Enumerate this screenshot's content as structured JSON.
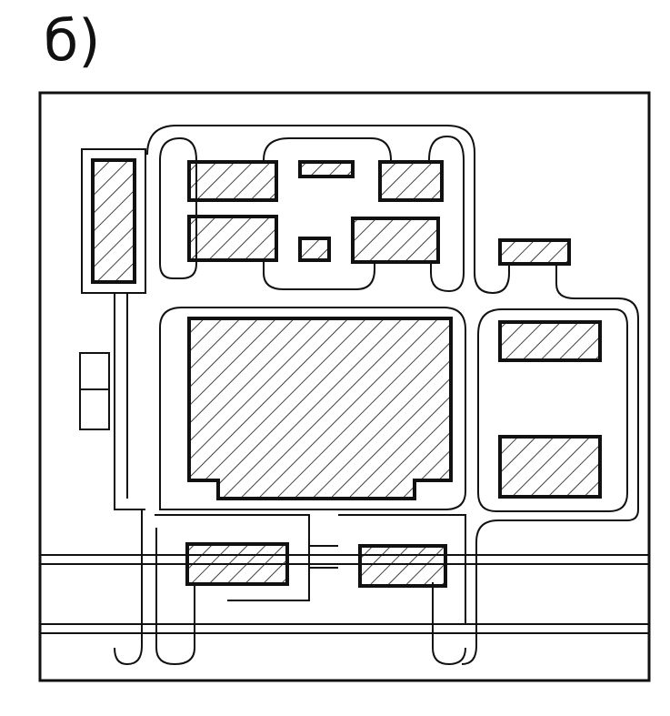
{
  "figure_label": "б)",
  "colors": {
    "ink": "#111111",
    "paper": "#ffffff",
    "hatch": "#111111"
  },
  "elements": {
    "buildings": [
      {
        "id": "b-west",
        "hatched": true
      },
      {
        "id": "b-nw-1",
        "hatched": true
      },
      {
        "id": "b-n-small",
        "hatched": true
      },
      {
        "id": "b-ne-1",
        "hatched": true
      },
      {
        "id": "b-nw-2",
        "hatched": true
      },
      {
        "id": "b-small-square",
        "hatched": true
      },
      {
        "id": "b-ne-2",
        "hatched": true
      },
      {
        "id": "b-east-small",
        "hatched": true
      },
      {
        "id": "b-main",
        "hatched": true
      },
      {
        "id": "b-east-1",
        "hatched": true
      },
      {
        "id": "b-east-2",
        "hatched": true
      },
      {
        "id": "b-south-1",
        "hatched": true
      },
      {
        "id": "b-south-2",
        "hatched": true
      }
    ]
  }
}
